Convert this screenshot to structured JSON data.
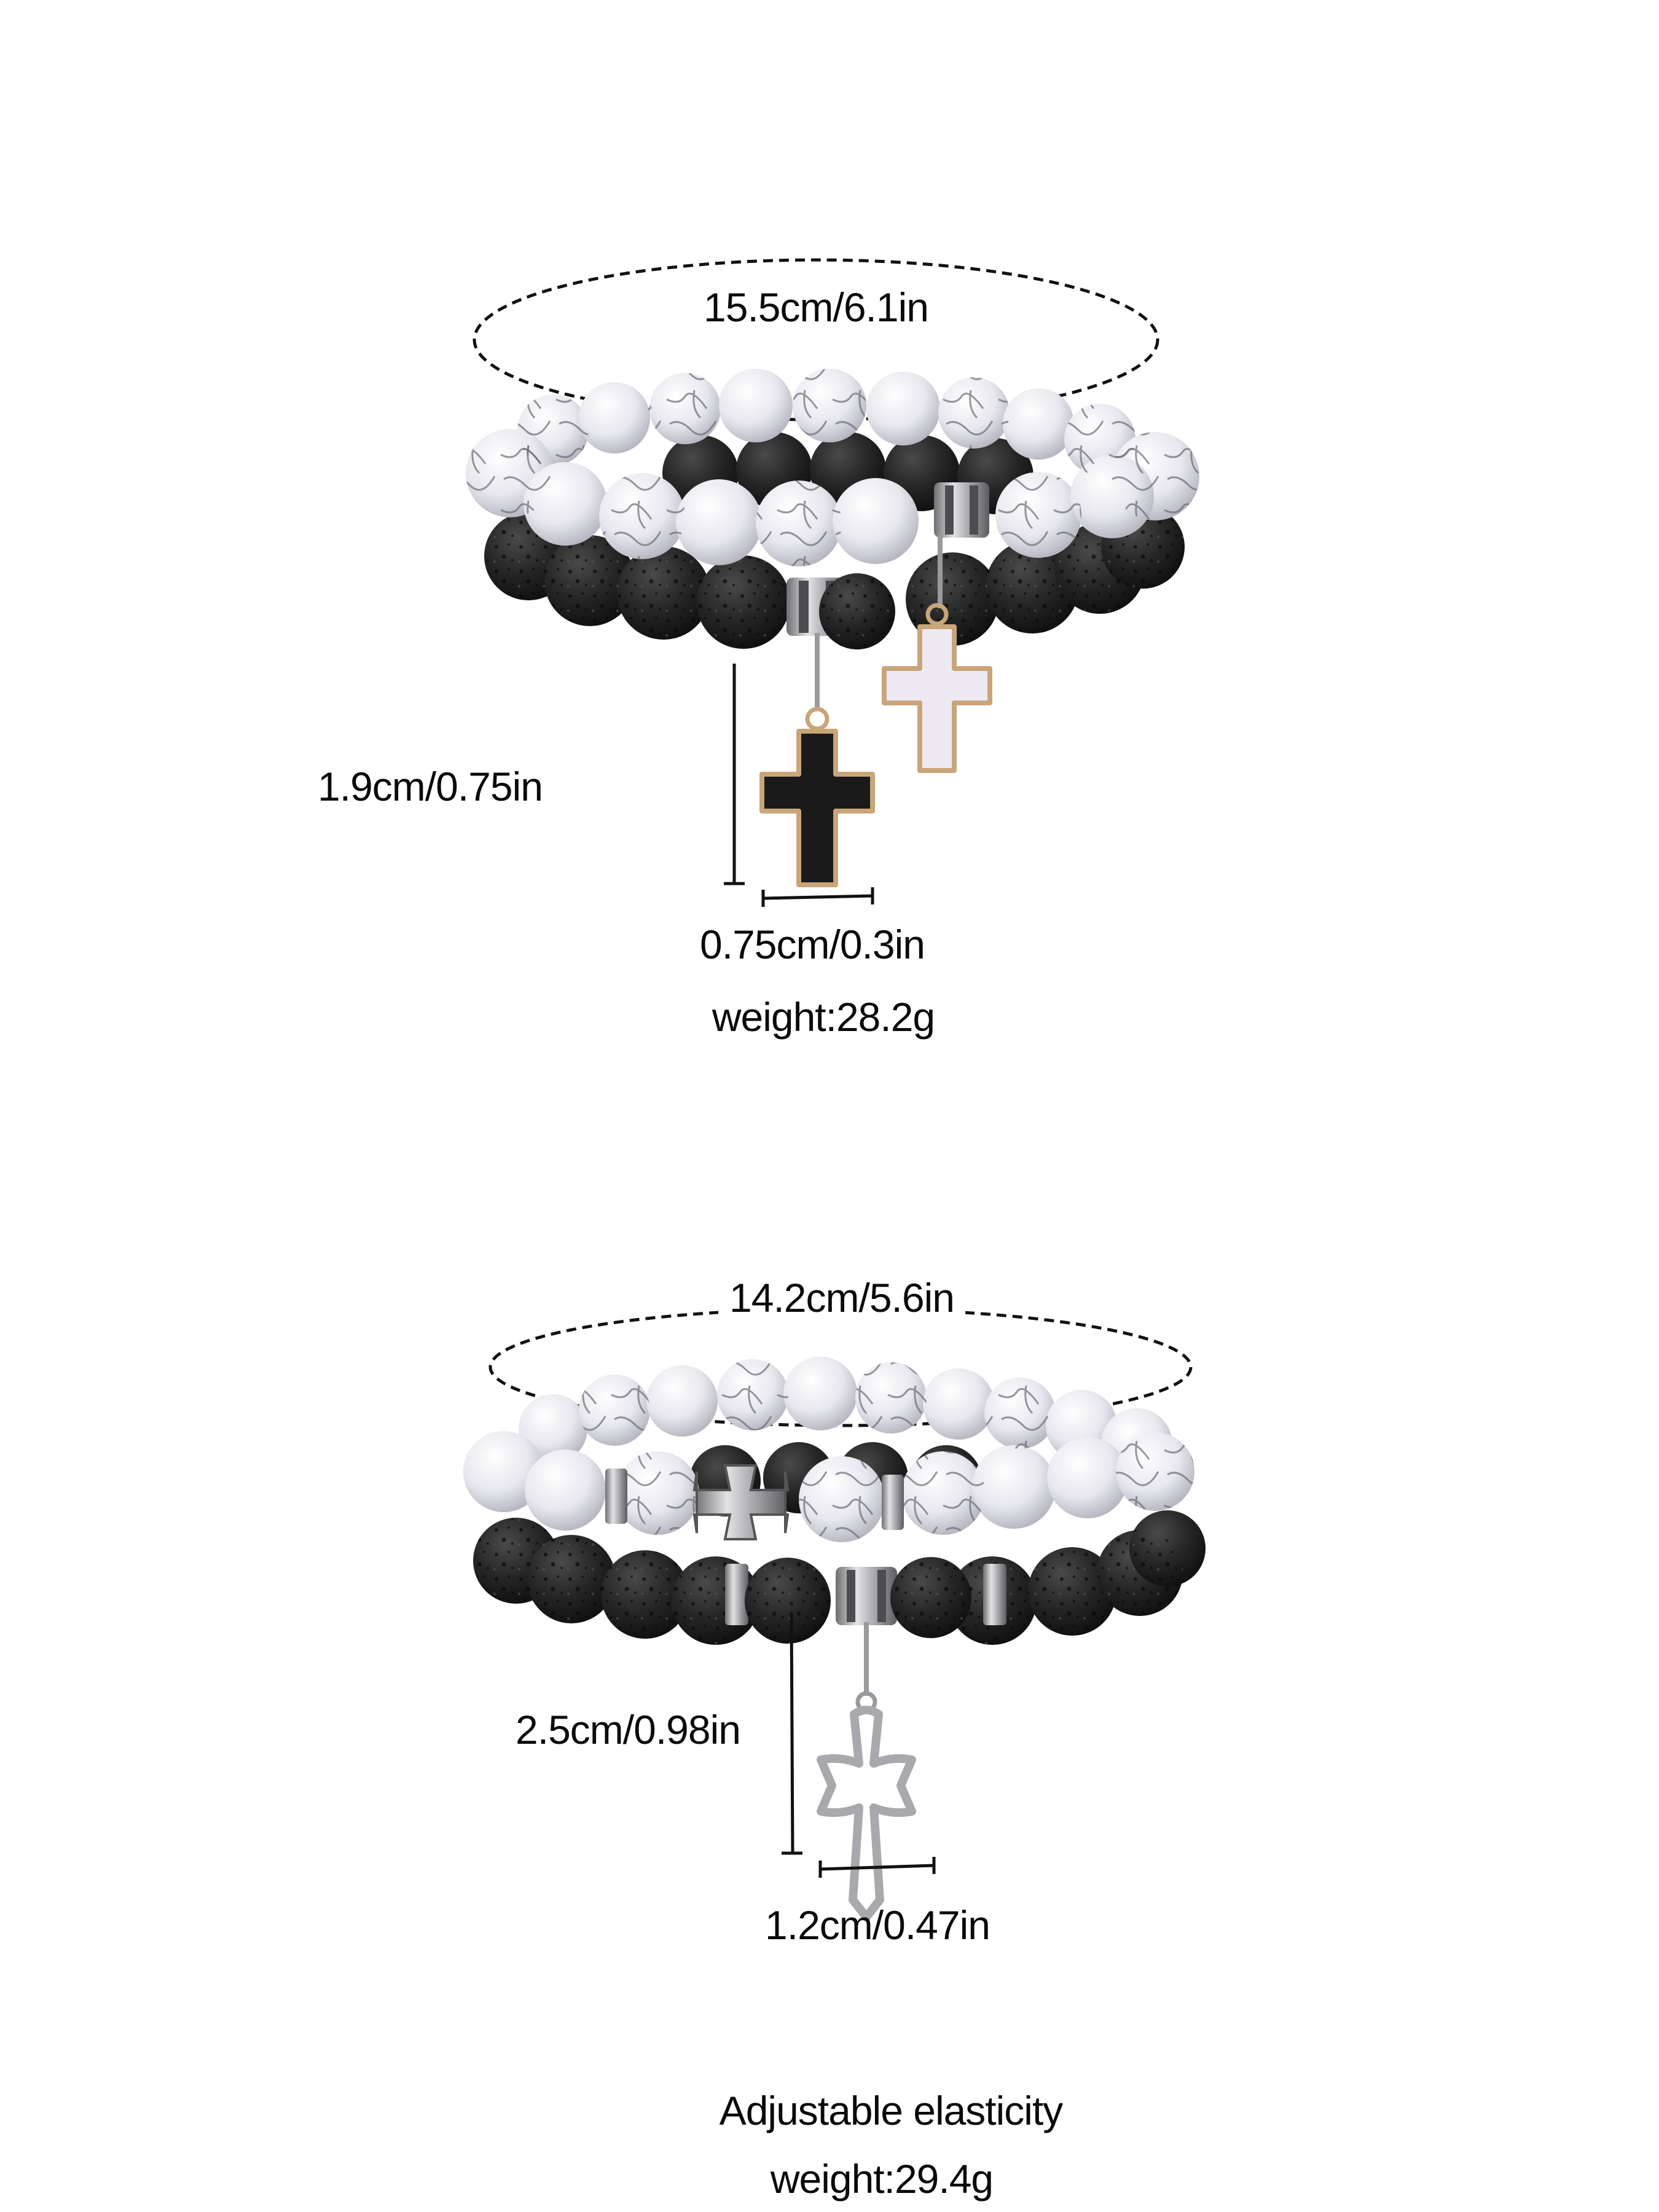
{
  "set1": {
    "circumference": "15.5cm/6.1in",
    "pendant_height": "1.9cm/0.75in",
    "pendant_width": "0.75cm/0.3in",
    "weight": "weight:28.2g",
    "bracelets": [
      {
        "name": "white howlite bead bracelet",
        "charm": "white enamel cross"
      },
      {
        "name": "black lava bead bracelet",
        "charm": "black enamel cross"
      }
    ]
  },
  "set2": {
    "circumference": "14.2cm/5.6in",
    "pendant_height": "2.5cm/0.98in",
    "pendant_width": "1.2cm/0.47in",
    "bracelets": [
      {
        "name": "white howlite bead bracelet",
        "charm": "silver cross spacer"
      },
      {
        "name": "black lava bead bracelet",
        "charm": "open silver cross"
      }
    ]
  },
  "footer": {
    "note": "Adjustable elasticity",
    "weight": "weight:29.4g"
  },
  "colors": {
    "background": "#ffffff",
    "text": "#0a0a0a",
    "howlite": "#e9e9ef",
    "howlite_vein": "#6b6b78",
    "lava": "#262626",
    "silver": "#b8b8bc",
    "gold_trim": "#c9a57a"
  }
}
